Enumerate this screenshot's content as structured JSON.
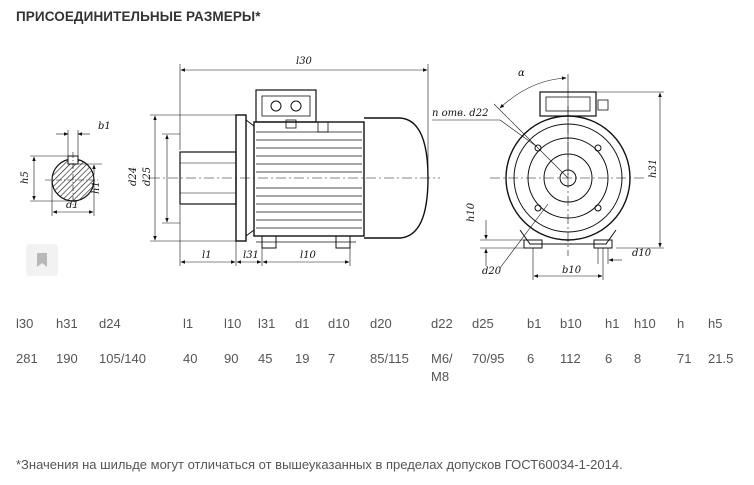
{
  "page": {
    "title": "ПРИСОЕДИНИТЕЛЬНЫЕ РАЗМЕРЫ*",
    "footnote": "*Значения на шильде могут отличаться от вышеуказанных в пределах допусков ГОСТ60034-1-2014."
  },
  "drawing": {
    "labels": {
      "b1": "b1",
      "h5": "h5",
      "h1": "h1",
      "d1": "d1",
      "l30": "l30",
      "d24": "d24",
      "d25": "d25",
      "l1": "l1",
      "l31": "l31",
      "l10": "l10",
      "alpha": "α",
      "holes": "n отв. d22",
      "h31": "h31",
      "h10": "h10",
      "d20": "d20",
      "b10": "b10",
      "d10": "d10"
    }
  },
  "table": {
    "headers": [
      "l30",
      "h31",
      "d24",
      "l1",
      "l10",
      "l31",
      "d1",
      "d10",
      "d20",
      "d22",
      "d25",
      "b1",
      "b10",
      "h1",
      "h10",
      "h",
      "h5"
    ],
    "values": [
      "281",
      "190",
      "105/140",
      "40",
      "90",
      "45",
      "19",
      "7",
      "85/115",
      "M6/ M8",
      "70/95",
      "6",
      "112",
      "6",
      "8",
      "71",
      "21.5"
    ]
  }
}
